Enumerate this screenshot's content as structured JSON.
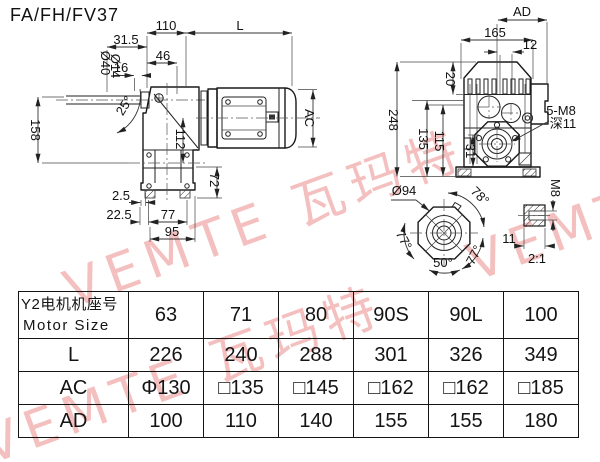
{
  "title": "FA/FH/FV37",
  "watermark": {
    "text": "VEMTE 瓦玛特"
  },
  "side_view": {
    "d110": "110",
    "dL": "L",
    "d31_5": "31.5",
    "d46": "46",
    "d16": "16",
    "d40": "Ø40",
    "d14": "Ø14",
    "a25": "25°",
    "d158": "158",
    "d112": "112",
    "d72": "72",
    "d2_5": "2.5",
    "d22_5": "22.5",
    "d77": "77",
    "d95": "95",
    "dAC": "AC"
  },
  "front_view": {
    "dAD": "AD",
    "d165": "165",
    "d12": "12",
    "d20": "20",
    "d248": "248",
    "d135": "135",
    "d115": "115",
    "d31": "31",
    "bolt_note": "5-M8",
    "depth_note": "深11"
  },
  "flange_detail": {
    "d94": "Ø94",
    "a78": "78°",
    "a77a": "77°",
    "a77b": "77°",
    "a50": "50°"
  },
  "stud_detail": {
    "dM8": "M8",
    "d11": "11",
    "scale": "2:1"
  },
  "table": {
    "header": {
      "cn": "Y2电机机座号",
      "en": "Motor Size"
    },
    "columns": [
      "63",
      "71",
      "80",
      "90S",
      "90L",
      "100"
    ],
    "rows": [
      {
        "label": "L",
        "values": [
          "226",
          "240",
          "288",
          "301",
          "326",
          "349"
        ]
      },
      {
        "label": "AC",
        "values": [
          "Φ130",
          "□135",
          "□145",
          "□162",
          "□162",
          "□185"
        ]
      },
      {
        "label": "AD",
        "values": [
          "100",
          "110",
          "140",
          "155",
          "155",
          "180"
        ]
      }
    ]
  }
}
